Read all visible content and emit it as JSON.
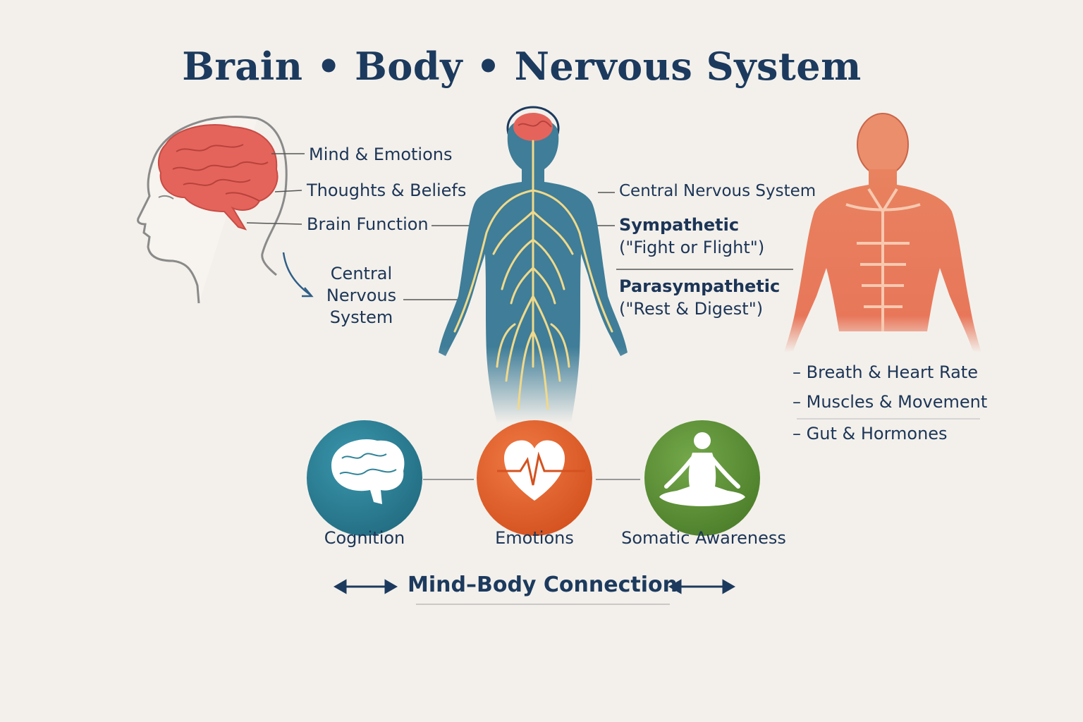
{
  "title": "Brain • Body • Nervous System",
  "head_labels": {
    "mind": "Mind & Emotions",
    "thoughts": "Thoughts & Beliefs",
    "brain_function": "Brain Function"
  },
  "cns_left": {
    "line1": "Central",
    "line2": "Nervous",
    "line3": "System"
  },
  "nervous_labels": {
    "central": "Central Nervous System",
    "sympathetic": "Sympathetic",
    "sympathetic_sub": "(\"Fight or Flight\")",
    "parasympathetic": "Parasympathetic",
    "parasympathetic_sub": "(\"Rest & Digest\")"
  },
  "body_labels": {
    "breath": "Breath & Heart Rate",
    "muscles": "Muscles & Movement",
    "gut": "Gut & Hormones"
  },
  "circles": {
    "cognition": "Cognition",
    "emotions": "Emotions",
    "somatic": "Somatic Awareness"
  },
  "connection": "Mind–Body Connection",
  "colors": {
    "navy": "#1c3a5e",
    "brain_red": "#e4645c",
    "nerve_blue": "#3f7d98",
    "nerve_yellow": "#f0d98a",
    "muscle_orange": "#e8775a",
    "teal": "#2f8399",
    "orange": "#e4622f",
    "green": "#5c9236"
  }
}
